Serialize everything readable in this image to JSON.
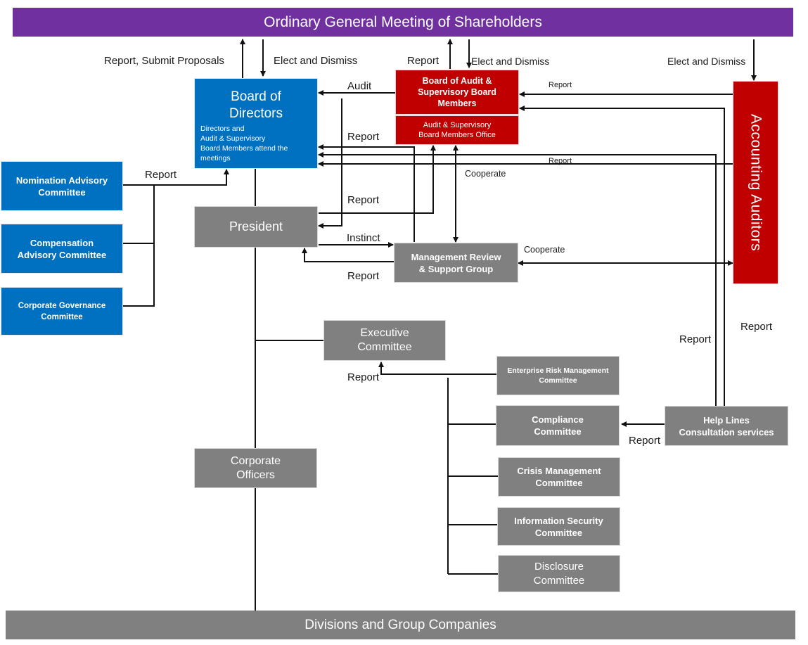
{
  "header": {
    "title": "Ordinary General Meeting of Shareholders"
  },
  "footer": {
    "title": "Divisions and Group Companies"
  },
  "boxes": {
    "board_of_directors": {
      "title_line1": "Board of",
      "title_line2": "Directors",
      "note_line1": "Directors and",
      "note_line2": "Audit & Supervisory",
      "note_line3": "Board Members attend the",
      "note_line4": "meetings"
    },
    "audit_board": {
      "title_line1": "Board of Audit &",
      "title_line2": "Supervisory Board",
      "title_line3": "Members"
    },
    "audit_office": {
      "line1": "Audit & Supervisory",
      "line2": "Board Members Office"
    },
    "accounting_auditors": {
      "title": "Accounting Auditors"
    },
    "nomination": {
      "line1": "Nomination Advisory",
      "line2": "Committee"
    },
    "compensation": {
      "line1": "Compensation",
      "line2": "Advisory Committee"
    },
    "governance": {
      "line1": "Corporate Governance",
      "line2": "Committee"
    },
    "president": {
      "title": "President"
    },
    "management_review": {
      "line1": "Management Review",
      "line2": "& Support Group"
    },
    "executive": {
      "line1": "Executive",
      "line2": "Committee"
    },
    "risk": {
      "line1": "Enterprise Risk Management",
      "line2": "Committee"
    },
    "compliance": {
      "line1": "Compliance",
      "line2": "Committee"
    },
    "crisis": {
      "line1": "Crisis Management",
      "line2": "Committee"
    },
    "infosec": {
      "line1": "Information Security",
      "line2": "Committee"
    },
    "disclosure": {
      "line1": "Disclosure",
      "line2": "Committee"
    },
    "officers": {
      "line1": "Corporate",
      "line2": "Officers"
    },
    "helplines": {
      "line1": "Help Lines",
      "line2": "Consultation services"
    }
  },
  "labels": {
    "report_submit": "Report, Submit Proposals",
    "elect_dismiss_bod": "Elect and Dismiss",
    "report_audit_board": "Report",
    "elect_dismiss_audit": "Elect and Dismiss",
    "elect_dismiss_auditors": "Elect and Dismiss",
    "audit": "Audit",
    "report_auditors_to_audit_board": "Report",
    "report_mr_to_bod": "Report",
    "report_auditors_to_bod": "Report",
    "report_advisory": "Report",
    "cooperate_audit_mr": "Cooperate",
    "report_president": "Report",
    "instinct": "Instinct",
    "report_mr_to_president": "Report",
    "cooperate_mr_auditors": "Cooperate",
    "report_helplines_a": "Report",
    "report_helplines_b": "Report",
    "report_risk_exec": "Report",
    "report_help_compliance": "Report"
  },
  "colors": {
    "purple": "#7030a0",
    "blue": "#0070c0",
    "red": "#c00000",
    "gray": "#808080"
  }
}
